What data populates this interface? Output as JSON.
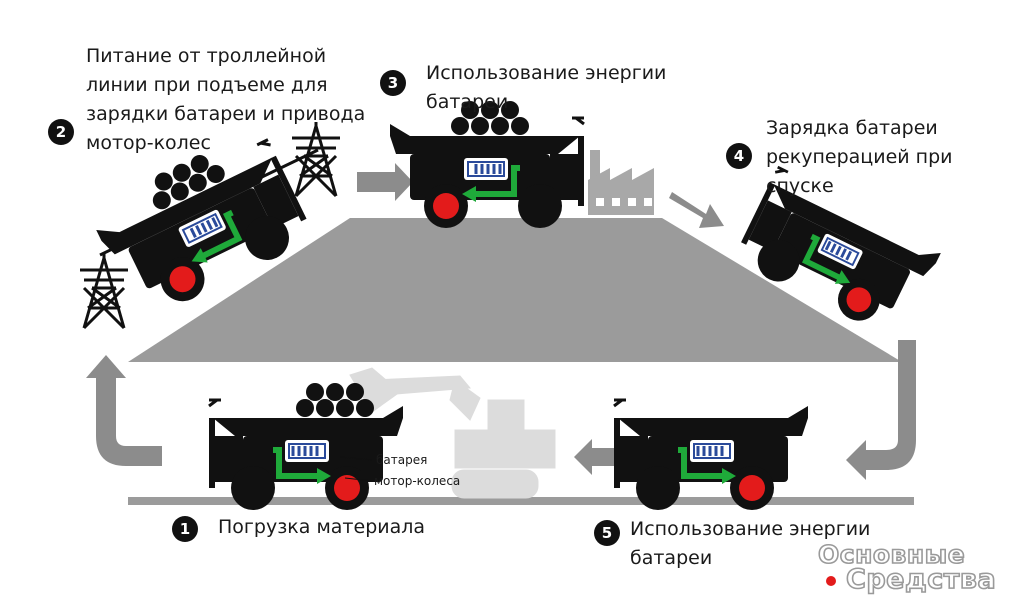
{
  "steps": [
    {
      "number": "1",
      "text": "Погрузка материала"
    },
    {
      "number": "2",
      "text": "Питание от троллейной\nлинии при подъеме для\nзарядки батареи и привода\nмотор-колес"
    },
    {
      "number": "3",
      "text": "Использование энергии\nбатареи"
    },
    {
      "number": "4",
      "text": "Зарядка батареи\nрекуперацией при\nспуске"
    },
    {
      "number": "5",
      "text": "Использование энергии\nбатареи"
    }
  ],
  "callouts": {
    "battery": "батарея",
    "wheel_motors": "мотор-колеса"
  },
  "logo": {
    "line1": "Основные",
    "line2": "Средства"
  },
  "colors": {
    "hill": "#9b9b9b",
    "arrow": "#8c8c8c",
    "green_flow": "#1faa3a",
    "wheel_motor": "#e31b1b",
    "battery_frame": "#2a4a9a",
    "truck": "#111111",
    "ghost_excavator": "#dcdcdc"
  },
  "icons": [
    "power-pylon-icon",
    "factory-icon",
    "excavator-icon",
    "haul-truck-icon",
    "battery-icon",
    "wheel-motor-icon"
  ]
}
